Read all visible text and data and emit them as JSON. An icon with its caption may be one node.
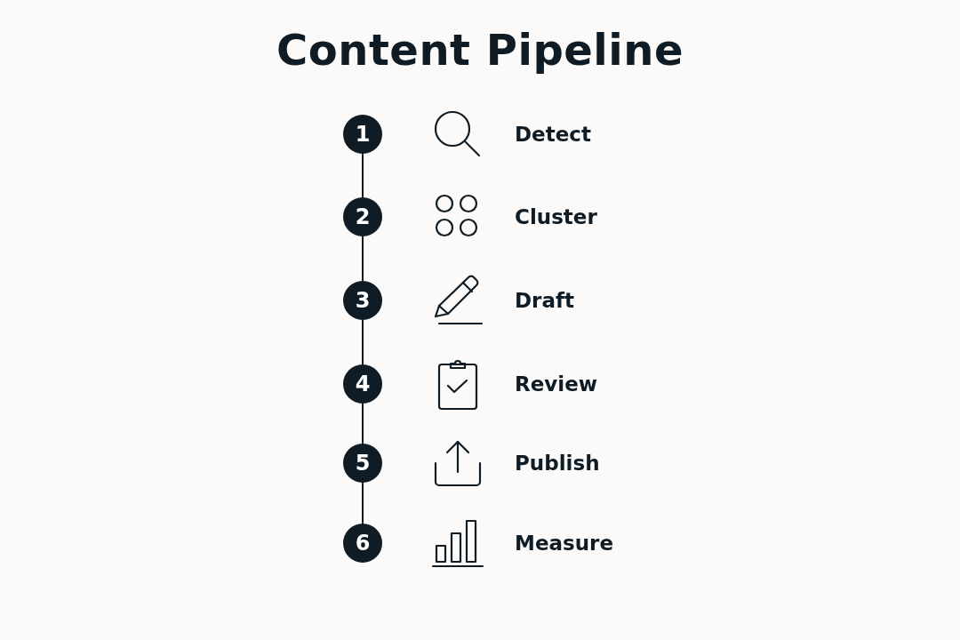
{
  "diagram": {
    "title": "Content Pipeline",
    "nodes": [
      {
        "text": [
          "1"
        ]
      },
      {
        "text": [
          "2"
        ]
      },
      {
        "text": [
          "3"
        ]
      },
      {
        "text": [
          "4"
        ]
      },
      {
        "text": [
          "5"
        ]
      },
      {
        "text": [
          "6"
        ]
      }
    ],
    "edges": [
      {
        "from": 0,
        "to": 1,
        "arrow": "none"
      },
      {
        "from": 1,
        "to": 2,
        "arrow": "none"
      },
      {
        "from": 2,
        "to": 3,
        "arrow": "none"
      },
      {
        "from": 3,
        "to": 4,
        "arrow": "none"
      },
      {
        "from": 4,
        "to": 5,
        "arrow": "none"
      }
    ],
    "labels": [
      "Detect",
      "Cluster",
      "Draft",
      "Review",
      "Publish",
      "Measure"
    ]
  }
}
